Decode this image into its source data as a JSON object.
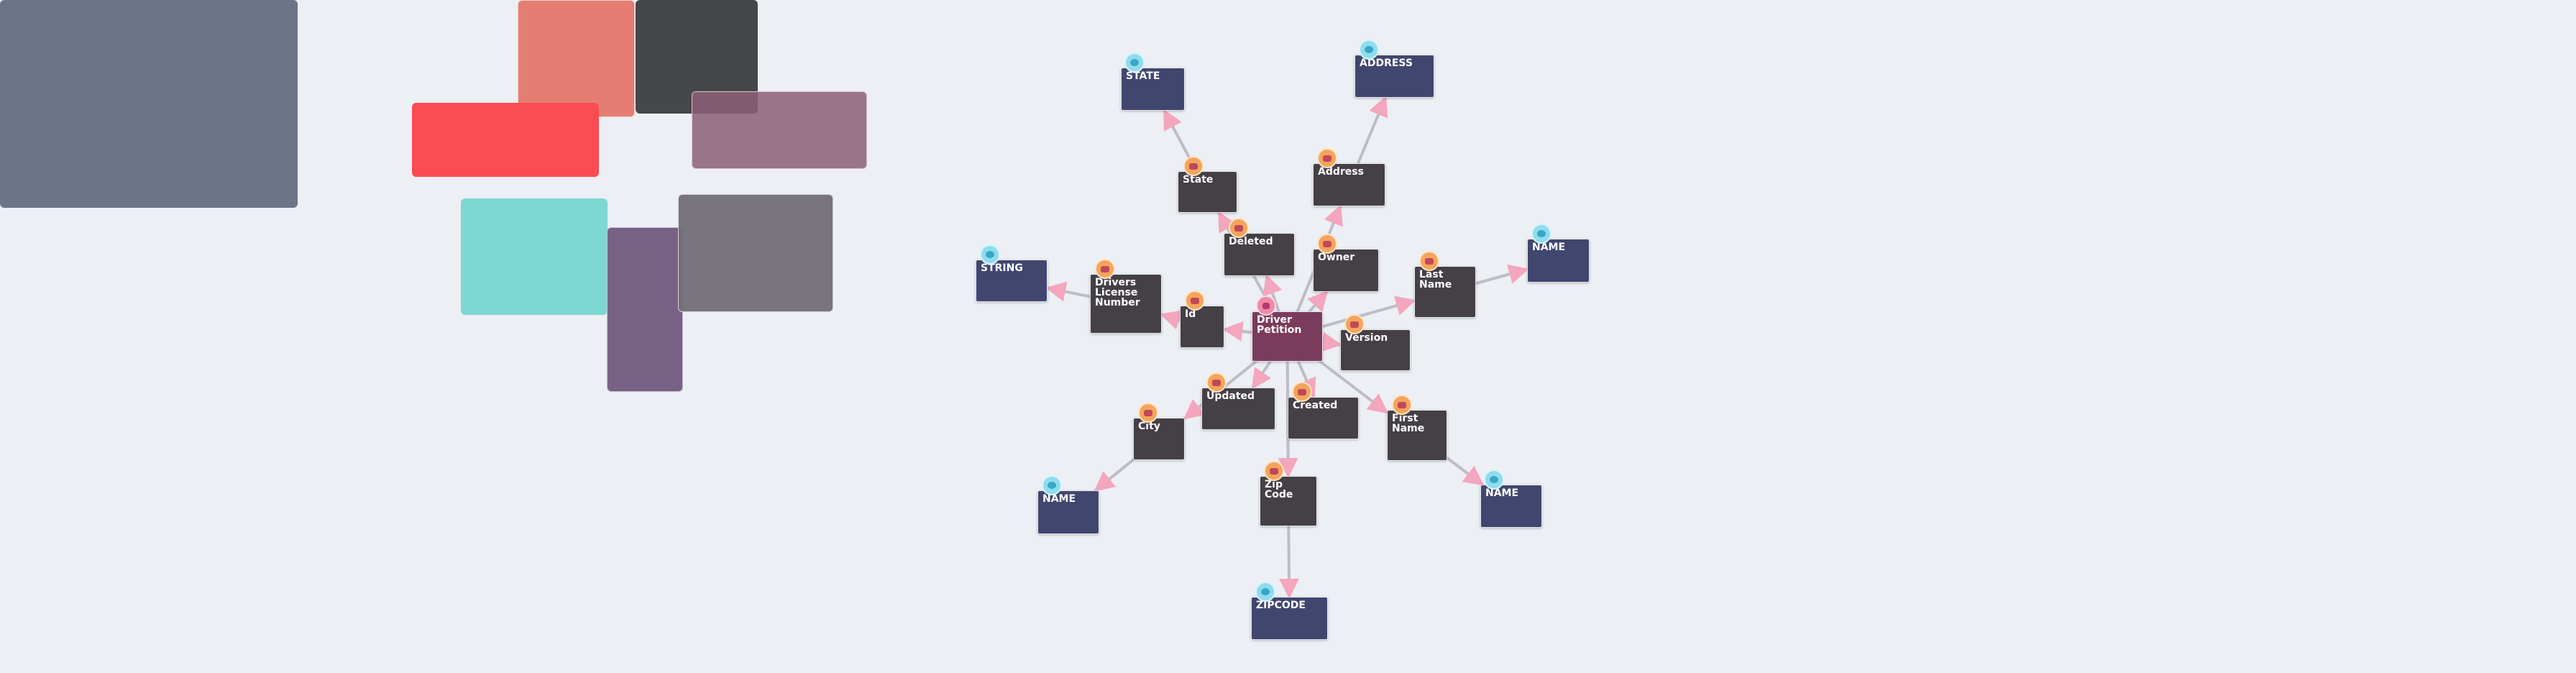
{
  "background_color": "#eceff4",
  "overlay_text": "",
  "edge_color": "#bdbdc5",
  "arrow_color": "#f3a6bd",
  "colors": {
    "entity": "#444046",
    "root": "#7a3c5c",
    "type": "#41466f"
  },
  "nodes": [
    {
      "id": "driver-petition",
      "label": "Driver Petition",
      "kind": "root",
      "badge": "pink"
    },
    {
      "id": "state",
      "label": "State",
      "kind": "entity",
      "badge": "orange"
    },
    {
      "id": "deleted",
      "label": "Deleted",
      "kind": "entity",
      "badge": "orange"
    },
    {
      "id": "address",
      "label": "Address",
      "kind": "entity",
      "badge": "orange"
    },
    {
      "id": "owner",
      "label": "Owner",
      "kind": "entity",
      "badge": "orange"
    },
    {
      "id": "last-name",
      "label": "Last Name",
      "kind": "entity",
      "badge": "orange"
    },
    {
      "id": "drivers-license-number",
      "label": "Drivers License Number",
      "kind": "entity",
      "badge": "orange"
    },
    {
      "id": "id",
      "label": "Id",
      "kind": "entity",
      "badge": "orange"
    },
    {
      "id": "version",
      "label": "Version",
      "kind": "entity",
      "badge": "orange"
    },
    {
      "id": "updated",
      "label": "Updated",
      "kind": "entity",
      "badge": "orange"
    },
    {
      "id": "created",
      "label": "Created",
      "kind": "entity",
      "badge": "orange"
    },
    {
      "id": "first-name",
      "label": "First Name",
      "kind": "entity",
      "badge": "orange"
    },
    {
      "id": "city",
      "label": "City",
      "kind": "entity",
      "badge": "orange"
    },
    {
      "id": "zip-code",
      "label": "Zip Code",
      "kind": "entity",
      "badge": "orange"
    },
    {
      "id": "type-state",
      "label": "STATE",
      "kind": "type",
      "badge": "cyan"
    },
    {
      "id": "type-address",
      "label": "ADDRESS",
      "kind": "type",
      "badge": "cyan"
    },
    {
      "id": "type-string",
      "label": "STRING",
      "kind": "type",
      "badge": "cyan"
    },
    {
      "id": "type-name-last",
      "label": "NAME",
      "kind": "type",
      "badge": "cyan"
    },
    {
      "id": "type-name-city",
      "label": "NAME",
      "kind": "type",
      "badge": "cyan"
    },
    {
      "id": "type-name-first",
      "label": "NAME",
      "kind": "type",
      "badge": "cyan"
    },
    {
      "id": "type-zipcode",
      "label": "ZIPCODE",
      "kind": "type",
      "badge": "cyan"
    }
  ],
  "edges": [
    {
      "from": "driver-petition",
      "to": "state"
    },
    {
      "from": "driver-petition",
      "to": "deleted"
    },
    {
      "from": "driver-petition",
      "to": "address"
    },
    {
      "from": "driver-petition",
      "to": "owner"
    },
    {
      "from": "driver-petition",
      "to": "last-name"
    },
    {
      "from": "driver-petition",
      "to": "id"
    },
    {
      "from": "driver-petition",
      "to": "version"
    },
    {
      "from": "driver-petition",
      "to": "updated"
    },
    {
      "from": "driver-petition",
      "to": "created"
    },
    {
      "from": "driver-petition",
      "to": "first-name"
    },
    {
      "from": "driver-petition",
      "to": "city"
    },
    {
      "from": "driver-petition",
      "to": "zip-code"
    },
    {
      "from": "id",
      "to": "drivers-license-number"
    },
    {
      "from": "state",
      "to": "type-state"
    },
    {
      "from": "address",
      "to": "type-address"
    },
    {
      "from": "drivers-license-number",
      "to": "type-string"
    },
    {
      "from": "last-name",
      "to": "type-name-last"
    },
    {
      "from": "city",
      "to": "type-name-city"
    },
    {
      "from": "first-name",
      "to": "type-name-first"
    },
    {
      "from": "zip-code",
      "to": "type-zipcode"
    }
  ]
}
